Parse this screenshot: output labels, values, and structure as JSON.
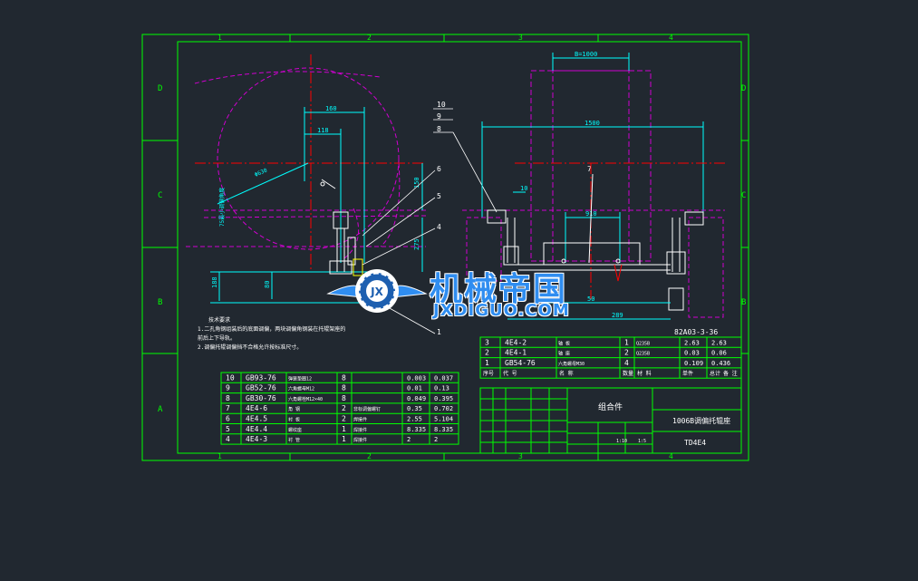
{
  "frame": {
    "col_labels": [
      "1",
      "2",
      "3",
      "4"
    ],
    "row_labels": [
      "D",
      "C",
      "B",
      "A"
    ]
  },
  "dimensions": {
    "b_width": "B=1000",
    "w1500": "1500",
    "w160": "160",
    "w118": "118",
    "w910": "910",
    "h150": "150",
    "h275": "275",
    "h188": "188",
    "h80": "80",
    "w10": "10",
    "r630": "Φ630",
    "w50": "50",
    "w289": "289",
    "vertical_note": "75最小调偏角度"
  },
  "balloons": [
    "10",
    "9",
    "8",
    "6",
    "5",
    "4",
    "7",
    "1"
  ],
  "tech_notes": {
    "title": "技术要求",
    "line1": "1.二孔角钢组装后的底面调偏，两块调偏角钢装在托辊架座的",
    "line2": "    前后上下导轨。",
    "line3": "2.调偏托辊调偏挡不合格允许按标准尺寸。"
  },
  "drawing_no": "82A03-3-36",
  "parts_left": [
    {
      "no": "10",
      "code": "GB93-76",
      "name": "弹簧垫圈12",
      "qty": "8",
      "mat": "",
      "w1": "0.003",
      "w2": "0.037"
    },
    {
      "no": "9",
      "code": "GB52-76",
      "name": "六角螺母M12",
      "qty": "8",
      "mat": "",
      "w1": "0.01",
      "w2": "0.13"
    },
    {
      "no": "8",
      "code": "GB30-76",
      "name": "六角螺栓M12×40",
      "qty": "8",
      "mat": "",
      "w1": "0.049",
      "w2": "0.395"
    },
    {
      "no": "7",
      "code": "4E4-6",
      "name": "角 钢",
      "qty": "2",
      "mat": "非标调偏螺钉",
      "w1": "0.35",
      "w2": "0.702"
    },
    {
      "no": "6",
      "code": "4E4.5",
      "name": "衬 板",
      "qty": "2",
      "mat": "焊接件",
      "w1": "2.55",
      "w2": "5.104"
    },
    {
      "no": "5",
      "code": "4E4.4",
      "name": "螺纹座",
      "qty": "1",
      "mat": "焊接件",
      "w1": "8.335",
      "w2": "8.335"
    },
    {
      "no": "4",
      "code": "4E4-3",
      "name": "衬 管",
      "qty": "1",
      "mat": "焊接件",
      "w1": "2",
      "w2": "2"
    }
  ],
  "parts_right": [
    {
      "no": "3",
      "code": "4E4-2",
      "name": "轴 板",
      "qty": "1",
      "mat": "Q235B",
      "w1": "2.63",
      "w2": "2.63"
    },
    {
      "no": "2",
      "code": "4E4-1",
      "name": "轴 座",
      "qty": "2",
      "mat": "Q235B",
      "w1": "0.03",
      "w2": "0.06"
    },
    {
      "no": "1",
      "code": "GB54-76",
      "name": "六角螺母M30",
      "qty": "4",
      "mat": "",
      "w1": "0.109",
      "w2": "0.436"
    }
  ],
  "header_row": [
    "序号",
    "代 号",
    "名 称",
    "数量",
    "材 料",
    "单件",
    "总计",
    "备 注"
  ],
  "title_block": {
    "assembly": "组合件",
    "drawing_title": "1006B调偏托辊座",
    "drawing_code": "TD4E4",
    "sheet": "1:10",
    "weight": "1:5"
  },
  "watermark": {
    "title": "机械帝国",
    "url": "JXDIGUO.COM",
    "logo_letter": "JX"
  },
  "colors": {
    "background": "#212830",
    "frame": "#00ff00",
    "dim": "#00ffff",
    "magenta": "#d000d0",
    "red": "#ff0000",
    "white": "#ffffff",
    "yellow": "#ffff00"
  }
}
